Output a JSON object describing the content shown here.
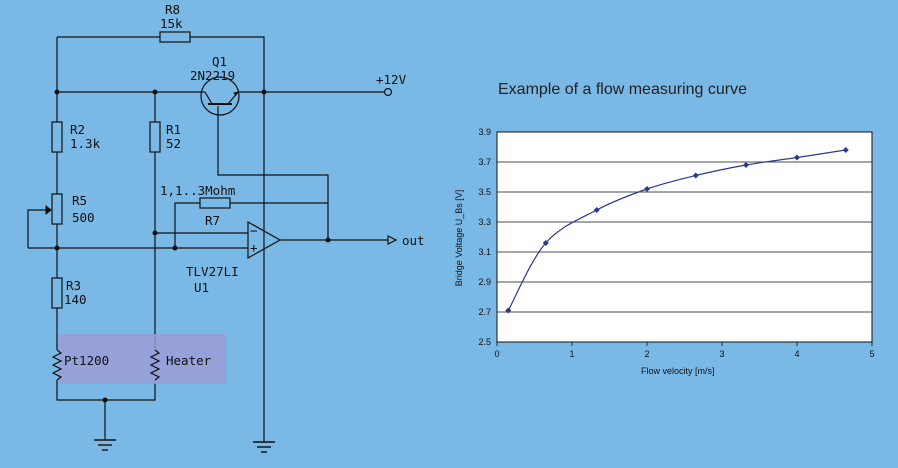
{
  "circuit": {
    "r8": {
      "name": "R8",
      "value": "15k"
    },
    "q1": {
      "name": "Q1",
      "part": "2N2219"
    },
    "supply": "+12V",
    "r2": {
      "name": "R2",
      "value": "1.3k"
    },
    "r1": {
      "name": "R1",
      "value": "52"
    },
    "r5": {
      "name": "R5",
      "value": "500"
    },
    "r7": {
      "name": "R7",
      "value": "1,1..3Mohm"
    },
    "r3": {
      "name": "R3",
      "value": "140"
    },
    "opamp": {
      "part": "TLV27LI",
      "name": "U1",
      "minus": "−",
      "plus": "+"
    },
    "output": "out",
    "sensor": "Pt1200",
    "heater": "Heater",
    "highlight_color": "#9b9bd6"
  },
  "chart_data": {
    "type": "line",
    "title": "Example of a flow measuring curve",
    "xlabel": "Flow velocity [m/s]",
    "ylabel": "Bridge Voltage U_Bs [V]",
    "xlim": [
      0,
      5
    ],
    "ylim": [
      2.5,
      3.9
    ],
    "xticks": [
      "0",
      "1",
      "2",
      "3",
      "4",
      "5"
    ],
    "yticks": [
      "2.5",
      "2.7",
      "2.9",
      "3.1",
      "3.3",
      "3.5",
      "3.7",
      "3.9"
    ],
    "grid": "horizontal",
    "series": [
      {
        "x": [
          0.15,
          0.65,
          1.33,
          2.0,
          2.65,
          3.32,
          4.0,
          4.65
        ],
        "y": [
          2.71,
          3.16,
          3.38,
          3.52,
          3.61,
          3.68,
          3.73,
          3.78
        ],
        "color": "#2b3a8c"
      }
    ]
  }
}
